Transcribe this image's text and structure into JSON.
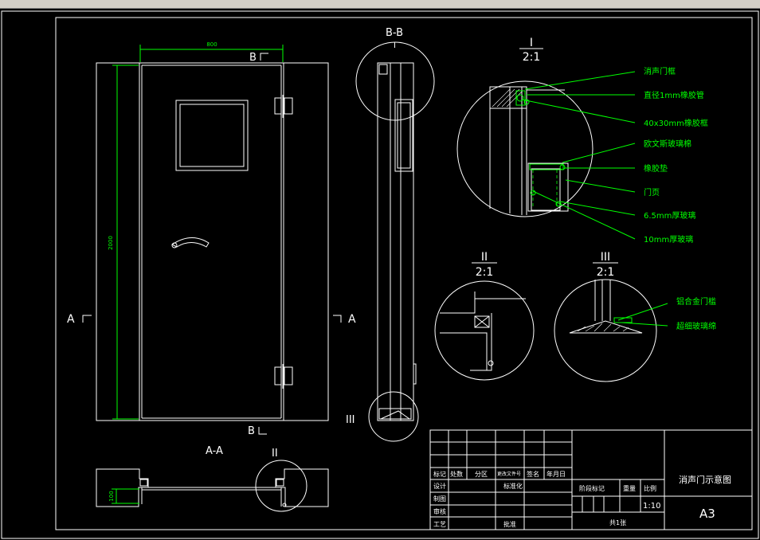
{
  "views": {
    "section_bb": "B-B",
    "section_aa": "A-A",
    "marker_a": "A",
    "marker_b": "B",
    "dim_width": "800",
    "dim_height": "2000",
    "dim_small": "100"
  },
  "details": {
    "i_label": "I",
    "ii_label": "II",
    "iii_label": "III",
    "scale": "2:1"
  },
  "callouts_i": [
    "消声门框",
    "直径1mm橡胶管",
    "40x30mm橡胶框",
    "欧文斯玻璃棉",
    "橡胶垫",
    "门页",
    "6.5mm厚玻璃",
    "10mm厚玻璃"
  ],
  "callouts_iii": [
    "铝合金门槛",
    "超细玻璃绵"
  ],
  "title_block": {
    "h_mark": "标记",
    "h_count": "处数",
    "h_zone": "分区",
    "h_docno": "更改文件号",
    "h_sign": "签名",
    "h_date": "年月日",
    "design": "设计",
    "standard": "标准化",
    "draft": "制图",
    "review": "审核",
    "process": "工艺",
    "approve": "批准",
    "stage_mark": "阶段标记",
    "weight": "重量",
    "ratio": "比例",
    "scale_value": "1:10",
    "sheets": "共1张",
    "drawing_title": "消声门示意图",
    "paper_size": "A3"
  }
}
